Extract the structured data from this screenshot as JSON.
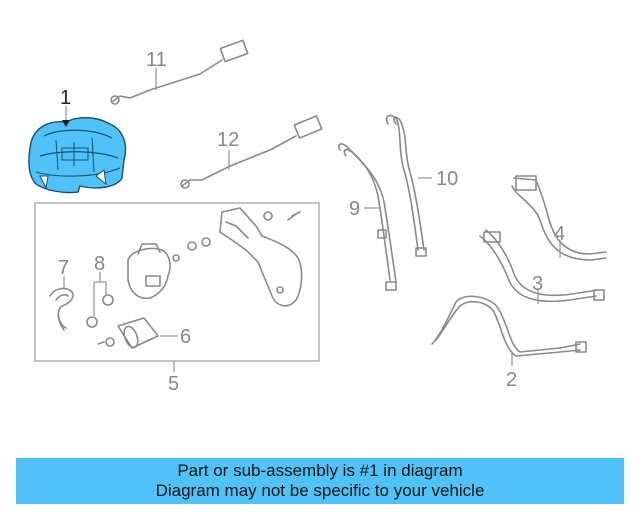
{
  "callouts": {
    "c1": "1",
    "c2": "2",
    "c3": "3",
    "c4": "4",
    "c5": "5",
    "c6": "6",
    "c7": "7",
    "c8": "8",
    "c9": "9",
    "c10": "10",
    "c11": "11",
    "c12": "12"
  },
  "highlight_color": "#4fc3f7",
  "banner": {
    "line1": "Part or sub-assembly is #1 in diagram",
    "line2": "Diagram may not be specific to your vehicle"
  }
}
